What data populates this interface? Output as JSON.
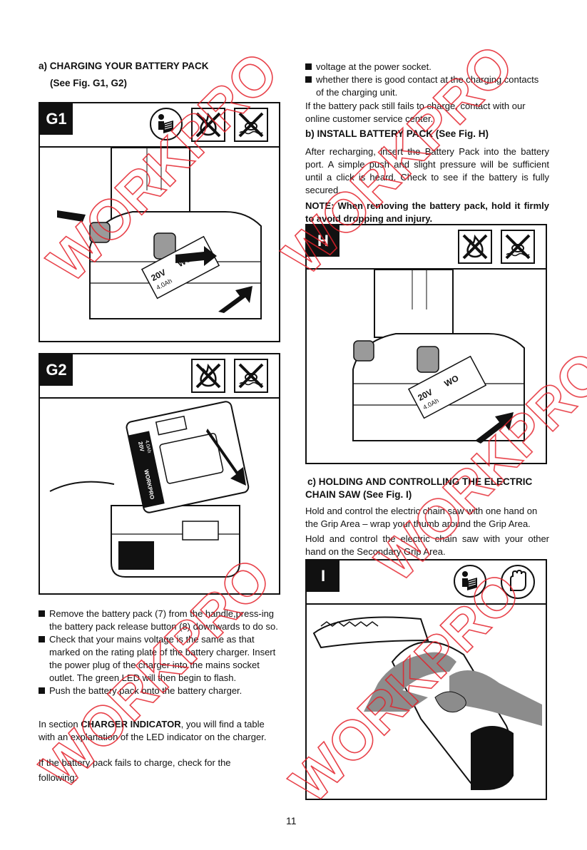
{
  "left": {
    "heading_a": "a) CHARGING YOUR BATTERY PACK",
    "heading_a_sub": "(See Fig. G1, G2)",
    "fig_g1_label": "G1",
    "fig_g2_label": "G2",
    "bullets": [
      "Remove the battery pack (7) from the handle,press-ing the battery pack release button (8) downwards to do so.",
      "Check that your mains voltage is the same as that marked on the rating plate of the battery charger. Insert the power plug of the charger into the mains socket outlet. The green LED will then begin to flash.",
      "Push the battery pack onto the battery charger."
    ],
    "section_pre": "In section ",
    "section_bold": "CHARGER INDICATOR",
    "section_post": ", you will find a table  with an explanation of the LED indicator on the charger.",
    "fail_check": "If the battery pack fails to charge, check for the following:"
  },
  "right": {
    "bullets": [
      "voltage at the power socket.",
      "whether there is good contact at the charging contacts of the charging unit."
    ],
    "still_fails": "If the battery pack still fails to charge, contact with our online customer service center.",
    "heading_b": "b) INSTALL BATTERY PACK (See Fig. H)",
    "install_text": "After recharging, insert the Battery Pack into the battery port. A simple push and slight pressure will be sufficient until a click is heard. Check to see if the battery is fully secured.",
    "note": "NOTE: When removing the battery pack, hold it firmly to avoid dropping and injury.",
    "fig_h_label": "H",
    "heading_c_line1": "c) HOLDING AND CONTROLLING THE ELECTRIC",
    "heading_c_line2": "CHAIN SAW (See Fig. I)",
    "hold_text_1": "Hold and control the electric chain saw with one hand on the Grip Area – wrap your thumb around the Grip Area.",
    "hold_text_2": "Hold and control the electric chain saw with your other hand on the Secondary Grip Area.",
    "fig_i_label": "I"
  },
  "battery_label": {
    "voltage": "20V",
    "capacity": "4.0Ah",
    "brand_fragment": "WO"
  },
  "charger_label": {
    "brand": "WORKPRO",
    "voltage": "20V",
    "capacity": "4.0Ah"
  },
  "watermark": "WORKPRO",
  "page_number": "11",
  "icons": [
    "read-manual-icon",
    "no-fire-icon",
    "no-water-icon",
    "gloves-icon"
  ],
  "colors": {
    "watermark": "#e4202a",
    "ink": "#111111",
    "pack_gray": "#9a9a9a",
    "arm_gray": "#8c8c8c"
  }
}
